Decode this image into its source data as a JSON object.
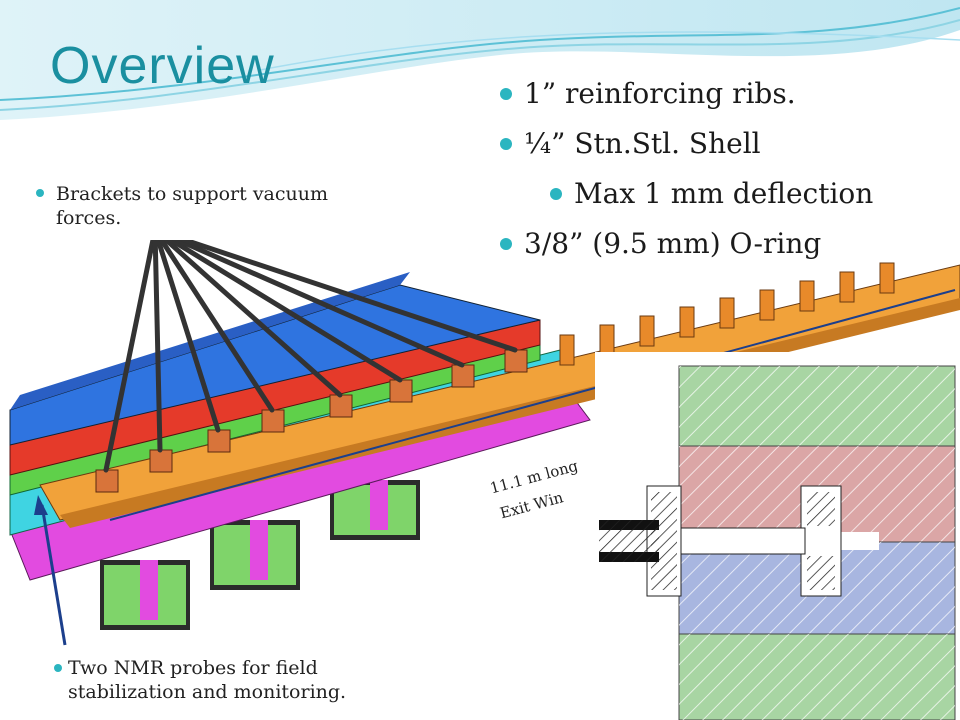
{
  "slide": {
    "title": "Overview",
    "bullets": [
      {
        "text": "1” reinforcing ribs.",
        "level": 1
      },
      {
        "text": "¼” Stn.Stl. Shell",
        "level": 1
      },
      {
        "text": "Max 1 mm deflection",
        "level": 2
      },
      {
        "text": "3/8” (9.5 mm) O-ring",
        "level": 1
      }
    ],
    "bracket_note": "Brackets to support vacuum forces.",
    "nmr_note": "Two NMR probes for field stabilization and monitoring.",
    "drawing_annotation_1": "11.1 m long",
    "drawing_annotation_2": "Exit Win"
  },
  "colors": {
    "title": "#1a8fa0",
    "bullet": "#2bb5c0",
    "magnet_blue": "#2f74e0",
    "magnet_red": "#e53a2a",
    "magnet_green": "#5fd04a",
    "magnet_cyan": "#3fd4e2",
    "support_magenta": "#e24be0",
    "chamber_orange": "#f1a23a",
    "section_green": "#a8d5a3",
    "section_pink": "#dba6a6",
    "section_blue": "#a8b6e0"
  }
}
